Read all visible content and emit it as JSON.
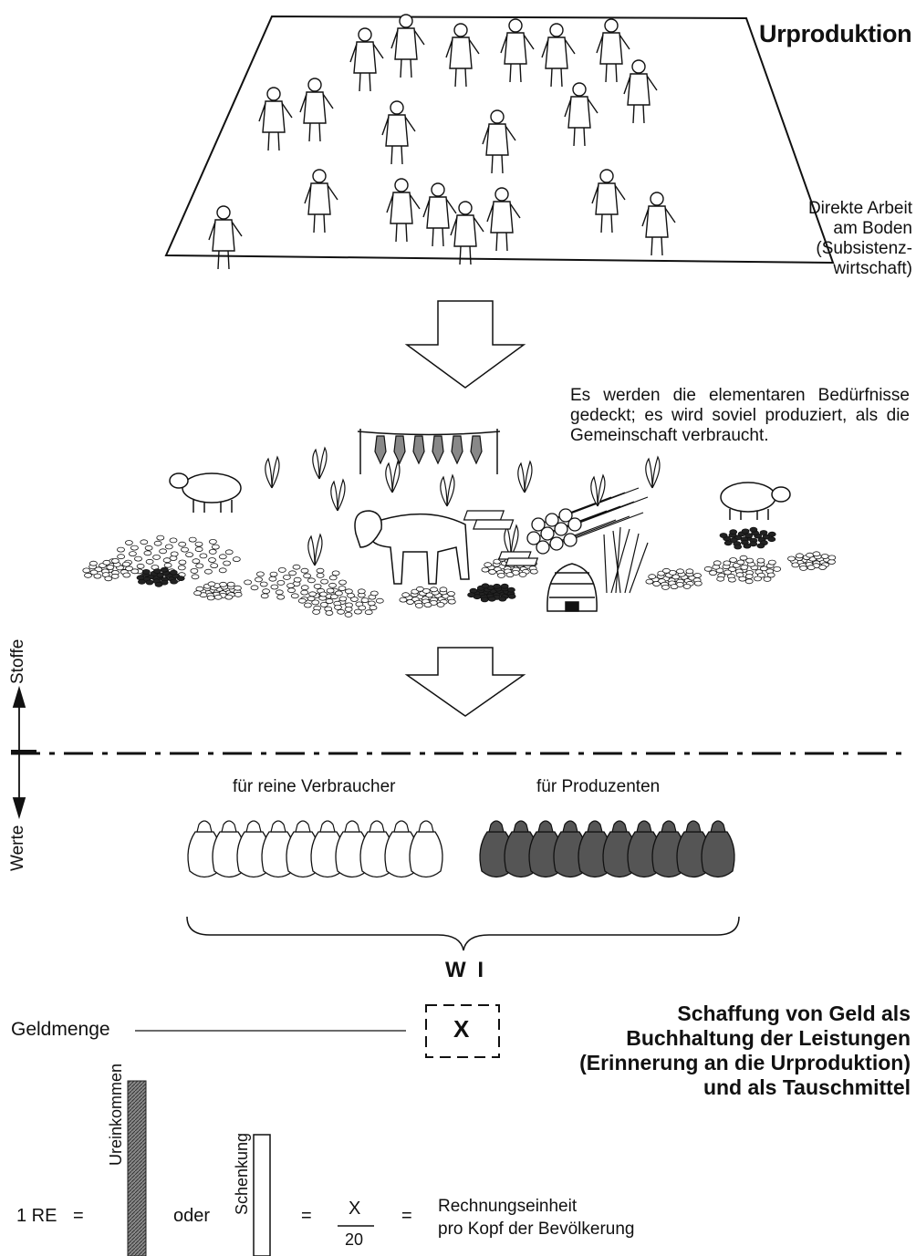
{
  "top": {
    "title": "Urproduktion",
    "side_note": [
      "Direkte Arbeit",
      "am Boden",
      "(Subsistenz-",
      "wirtschaft)"
    ]
  },
  "middle": {
    "description": "Es werden die elementaren Bedürfnisse gedeckt; es wird soviel produziert, als die Gemeinschaft verbraucht."
  },
  "divider": {
    "up_label": "Stoffe",
    "down_label": "Werte"
  },
  "sacks": {
    "left_label": "für reine Verbraucher",
    "right_label": "für Produzenten",
    "count_each": 10,
    "brace_label": "W I"
  },
  "money": {
    "left_label": "Geldmenge",
    "box_value": "X",
    "heading": [
      "Schaffung von Geld als",
      "Buchhaltung der Leistungen",
      "(Erinnerung an die Urproduktion)",
      "und als Tauschmittel"
    ]
  },
  "formula": {
    "lhs": "1 RE",
    "eq1": "=",
    "bar1_label": "Ureinkommen",
    "or": "oder",
    "bar2_label": "Schenkung",
    "eq2": "=",
    "numerator": "X",
    "denominator": "20",
    "eq3": "=",
    "result": [
      "Rechnungseinheit",
      "pro Kopf der Bevölkerung"
    ]
  },
  "colors": {
    "ink": "#111111",
    "dark_fill": "#555555",
    "bar_fill": "#666666"
  }
}
